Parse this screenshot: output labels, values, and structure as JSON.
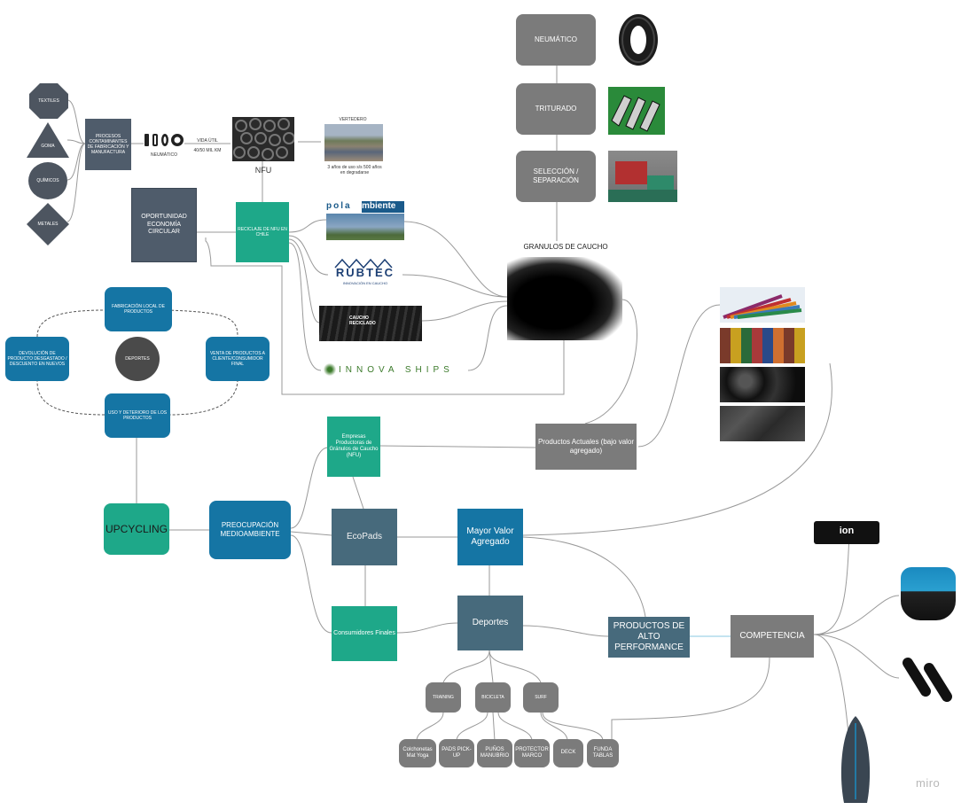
{
  "nodes": {
    "textiles": "TEXTILES",
    "goma": "GOMA",
    "quimicos": "QUÍMICOS",
    "metales": "METALES",
    "procesos": "PROCESOS CONTAMINANTES DE FABRICACIÓN Y MANUFACTURA",
    "neumatico_small": "NEUMÁTICO",
    "vida_util_1": "VIDA ÚTIL",
    "vida_util_2": "40/50 MIL KM",
    "nfu": "NFU",
    "vertedero": "VERTEDERO",
    "vertedero_note": "3 años de uso s/s 500 años en degradarse",
    "oportunidad": "OPORTUNIDAD ECONOMÍA CIRCULAR",
    "reciclaje": "RECICLAJE DE NFU EN CHILE",
    "neumatico": "NEUMÁTICO",
    "triturado": "TRITURADO",
    "seleccion": "SELECCIÓN / SEPARACIÓN",
    "granulos": "GRANULOS DE CAUCHO",
    "fabricacion": "FABRICACIÓN LOCAL DE PRODUCTOS",
    "devolucion": "DEVOLUCIÓN DE PRODUCTO DESGASTADO / DESCUENTO EN NUEVOS",
    "deportes_circle": "DEPORTES",
    "venta": "VENTA DE PRODUCTOS A CLIENTE/CONSUMIDOR FINAL",
    "uso": "USO Y DETERIORO DE LOS PRODUCTOS",
    "upcycling": "UPCYCLING",
    "preocupacion": "PREOCUPACIÓN MEDIOAMBIENTE",
    "empresas": "Empresas Productoras de Gránulos de Caucho (NFU)",
    "ecopads": "EcoPads",
    "mayor_valor": "Mayor Valor Agregado",
    "consumidores": "Consumidores Finales",
    "deportes": "Deportes",
    "productos_actuales": "Productos Actuales (bajo valor agregado)",
    "productos_alto": "PRODUCTOS DE ALTO PERFORMANCE",
    "competencia": "COMPETENCIA",
    "training": "TRAINING",
    "bicicleta": "BICICLETA",
    "surf": "SURF",
    "colchonetas": "Colchonetas Mat Yoga",
    "pads": "PADS PICK-UP",
    "punos": "PUÑOS MANUBRIO",
    "protector": "PROTECTOR MARCO",
    "deck": "DECK",
    "funda": "FUNDA TABLAS"
  },
  "logos": {
    "polambiente_a": "pola",
    "polambiente_b": "mbiente",
    "rubtec": "RUBTEC",
    "rubtec_sub": "INNOVACIÓN EN CAUCHO",
    "caucho_reciclado": "CAUCHO RECICLADO",
    "innova_ships": "INNOVA SHIPS",
    "ion": "ion"
  },
  "watermark": "miro",
  "colors": {
    "gray": "#7b7b7b",
    "slate": "#476a7c",
    "blue": "#1575a4",
    "green": "#1ea889",
    "dark_slate": "#4f5c6b",
    "connector": "#9a9a9a"
  }
}
